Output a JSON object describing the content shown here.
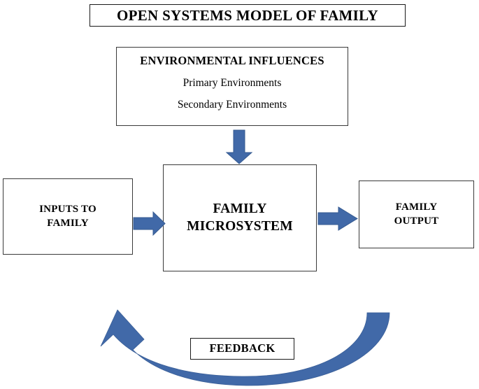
{
  "diagram": {
    "title": "OPEN SYSTEMS MODEL OF FAMILY",
    "colors": {
      "arrow_blue": "#4169a8",
      "arrow_blue_dark": "#3a5f98",
      "box_border": "#3a3a3a",
      "text": "#000000",
      "background": "#ffffff"
    },
    "environment": {
      "heading": "ENVIRONMENTAL INFLUENCES",
      "lines": [
        "Primary Environments",
        "Secondary Environments"
      ]
    },
    "inputs": {
      "line1": "INPUTS TO",
      "line2": "FAMILY"
    },
    "microsystem": {
      "line1": "FAMILY",
      "line2": "MICROSYSTEM"
    },
    "output": {
      "line1": "FAMILY",
      "line2": "OUTPUT"
    },
    "feedback": {
      "label": "FEEDBACK"
    },
    "arrows": [
      {
        "name": "environment-to-microsystem-arrow",
        "direction": "down",
        "from": "ENVIRONMENTAL INFLUENCES",
        "to": "FAMILY MICROSYSTEM"
      },
      {
        "name": "inputs-to-microsystem-arrow",
        "direction": "right",
        "from": "INPUTS TO FAMILY",
        "to": "FAMILY MICROSYSTEM"
      },
      {
        "name": "microsystem-to-output-arrow",
        "direction": "right",
        "from": "FAMILY MICROSYSTEM",
        "to": "FAMILY OUTPUT"
      },
      {
        "name": "feedback-loop-arrow",
        "direction": "curved-left-up",
        "from": "FAMILY OUTPUT",
        "to": "INPUTS TO FAMILY"
      }
    ]
  }
}
